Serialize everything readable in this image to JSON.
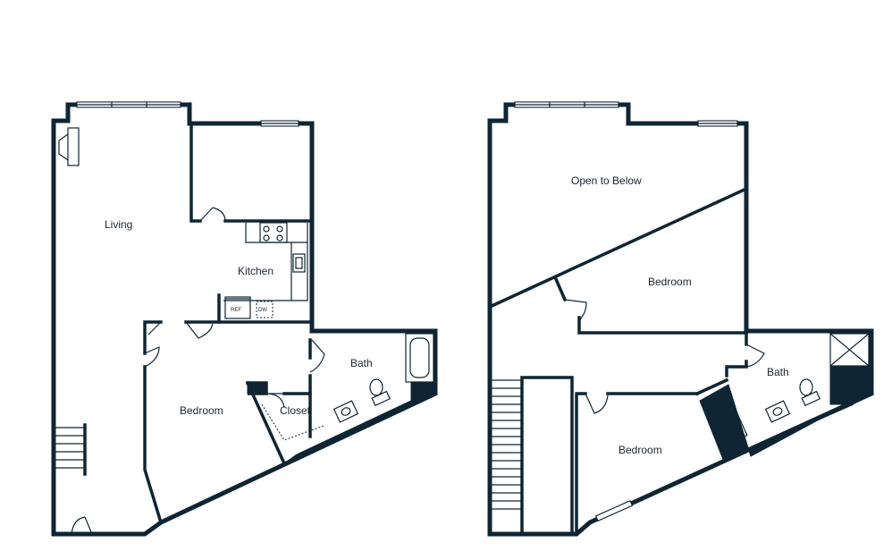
{
  "floor_plan_lower": {
    "rooms": {
      "living": "Living",
      "kitchen": "Kitchen",
      "bedroom": "Bedroom",
      "closet": "Closet",
      "bath": "Bath"
    },
    "appliances": {
      "refrigerator": "REF",
      "dishwasher": "DW"
    }
  },
  "floor_plan_upper": {
    "rooms": {
      "open_to_below": "Open to Below",
      "bedroom_top": "Bedroom",
      "bath": "Bath",
      "bedroom_bottom": "Bedroom"
    }
  }
}
